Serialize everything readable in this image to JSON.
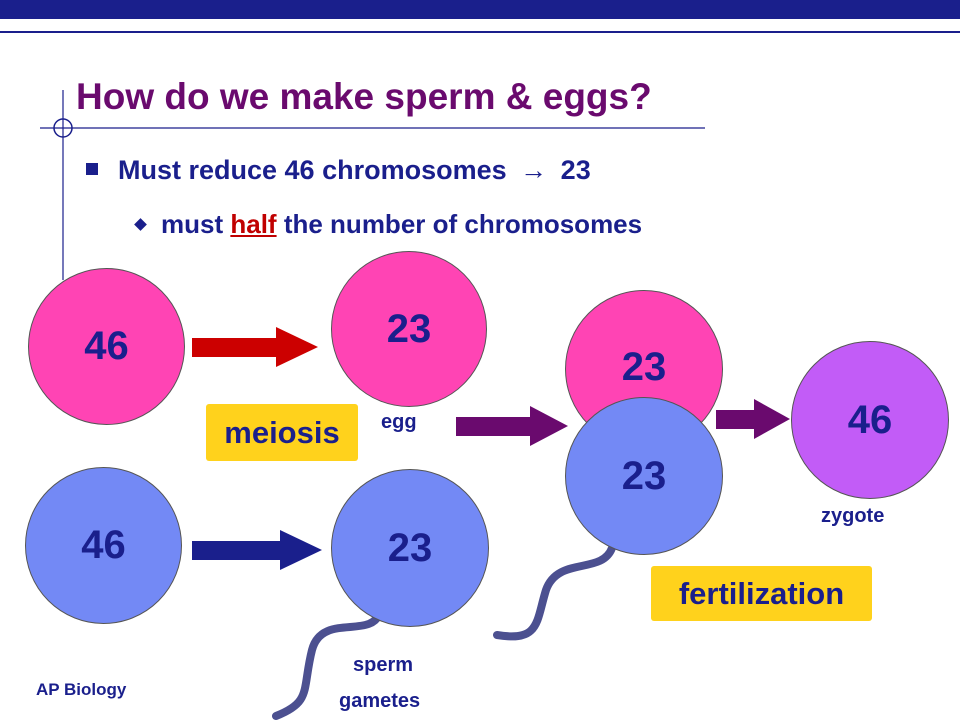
{
  "slide": {
    "title": "How do we make sperm & eggs?",
    "bullet1": {
      "text": "Must reduce 46 chromosomes",
      "arrow": "→",
      "value": "23"
    },
    "bullet2": {
      "pre": "must",
      "highlight": "half",
      "post": "the number of chromosomes"
    },
    "footer": "AP Biology"
  },
  "cells": {
    "egg_parent": "46",
    "egg": "23",
    "sperm_parent": "46",
    "sperm": "23",
    "fert_egg": "23",
    "fert_sperm": "23",
    "zygote": "46"
  },
  "labels": {
    "egg": "egg",
    "zygote": "zygote",
    "sperm": "sperm",
    "gametes": "gametes",
    "meiosis": "meiosis",
    "fertilization": "fertilization"
  },
  "colors": {
    "navy": "#1a1f8c",
    "title": "#6a0a6e",
    "pink": "#ff44b4",
    "blue": "#7389f5",
    "violet": "#c25cf7",
    "red_arrow": "#cc0000",
    "purple_arrow": "#6a0a6e",
    "highlight_box": "#ffd21c",
    "tail": "#4c5090"
  }
}
